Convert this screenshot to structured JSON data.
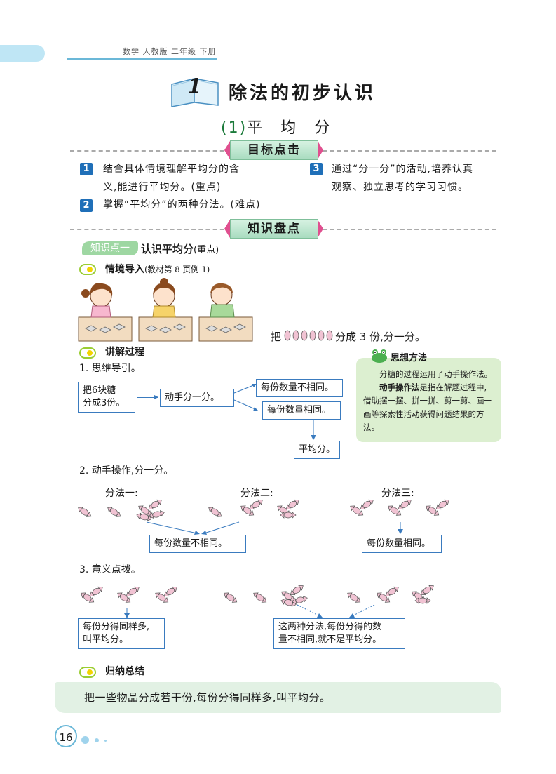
{
  "header": {
    "book_info": "数学 人教版 二年级 下册"
  },
  "chapter": {
    "number": "1",
    "title": "除法的初步认识"
  },
  "lesson": {
    "number": "(1)",
    "title": "平　均　分"
  },
  "section_goals": {
    "label": "目标点击"
  },
  "goals": [
    {
      "num": "1",
      "line1": "结合具体情境理解平均分的含",
      "line2": "义,能进行平均分。(重点)"
    },
    {
      "num": "2",
      "line1": "掌握“平均分”的两种分法。(难点)"
    },
    {
      "num": "3",
      "line1": "通过“分一分”的活动,培养认真",
      "line2": "观察、独立思考的学习习惯。"
    }
  ],
  "section_knowledge": {
    "label": "知识盘点"
  },
  "knowledge_point": {
    "tag": "知识点一",
    "title": "认识平均分",
    "note": "(重点)"
  },
  "intro": {
    "label": "情境导入",
    "ref": "(教材第 8 页例 1)"
  },
  "task": {
    "prefix": "把",
    "suffix": "分成 3 份,分一分。"
  },
  "process": {
    "label": "讲解过程"
  },
  "step1": {
    "title": "1. 思维导引。"
  },
  "flow": {
    "start": "把6块糖\n分成3份。",
    "action": "动手分一分。",
    "unequal": "每份数量不相同。",
    "equal": "每份数量相同。",
    "result": "平均分。"
  },
  "method_box": {
    "title": "思想方法",
    "p1": "分糖的过程运用了动手操作法。",
    "p2_bold": "动手操作法",
    "p2_rest": "是指在解题过程中,借助摆一摆、拼一拼、剪一剪、画一画等探索性活动获得问题结果的方法。"
  },
  "step2": {
    "title": "2. 动手操作,分一分。",
    "method1": "分法一:",
    "method2": "分法二:",
    "method3": "分法三:",
    "box_unequal": "每份数量不相同。",
    "box_equal": "每份数量相同。"
  },
  "step3": {
    "title": "3. 意义点拨。",
    "box_left": "每份分得同样多,\n叫平均分。",
    "box_right": "这两种分法,每份分得的数\n量不相同,就不是平均分。"
  },
  "summary": {
    "label": "归纳总结",
    "text": "把一些物品分成若干份,每份分得同样多,叫平均分。"
  },
  "footer": {
    "page": "16"
  },
  "colors": {
    "accent_blue": "#1f6fb8",
    "accent_green": "#9ed7a2",
    "panel_green": "#dcefd0",
    "candy_pink": "#e9b4c6"
  }
}
